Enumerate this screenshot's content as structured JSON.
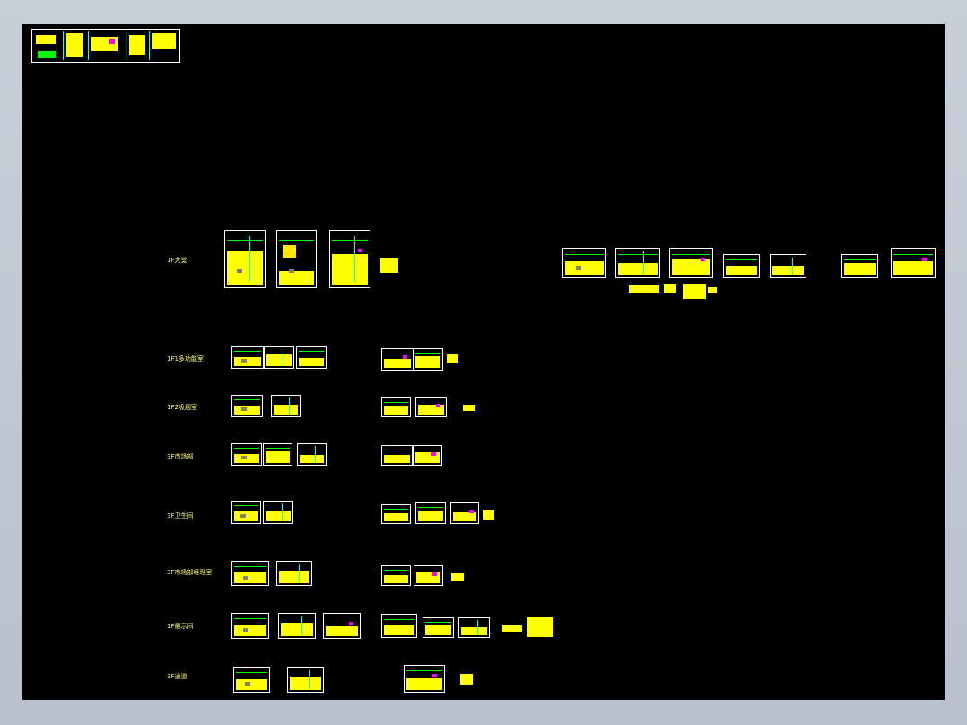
{
  "viewer": {
    "background": "#000000",
    "frame_color": "#c3c9d3",
    "accent_colors": {
      "drawing": "#ffff00",
      "border": "#ffffff",
      "line": "#00ff00",
      "cyan": "#00ffff",
      "magenta": "#ff00ff"
    }
  },
  "rows": [
    {
      "label": "1F大堂"
    },
    {
      "label": "1F1多功能室"
    },
    {
      "label": "1F2吸烟室"
    },
    {
      "label": "3F市场部"
    },
    {
      "label": "3F卫生间"
    },
    {
      "label": "3F市场部经理室"
    },
    {
      "label": "1F展示间"
    },
    {
      "label": "3F通道"
    }
  ]
}
